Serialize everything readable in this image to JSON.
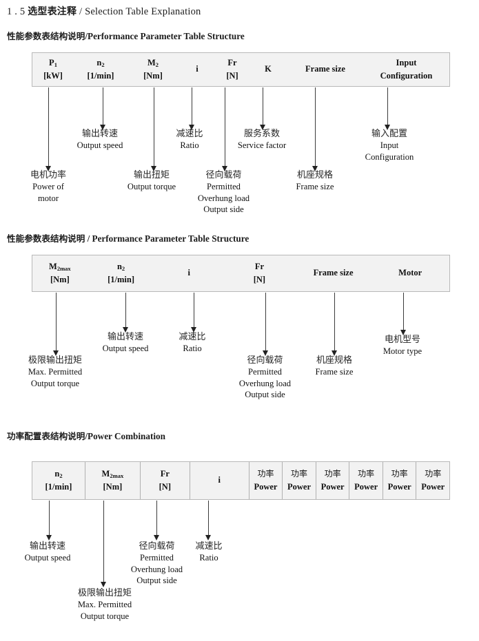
{
  "document": {
    "title_number": "1 . 5",
    "title_cn": "选型表注释",
    "title_sep": "/",
    "title_en": "Selection Table Explanation"
  },
  "sections": [
    {
      "heading_cn": "性能参数表结构说明",
      "heading_sep": "/",
      "heading_en": "Performance Parameter Table Structure",
      "table": {
        "columns": [
          {
            "line1": "P",
            "sub1": "1",
            "line2": "[kW]"
          },
          {
            "line1": "n",
            "sub1": "2",
            "line2": "[1/min]"
          },
          {
            "line1": "M",
            "sub1": "2",
            "line2": "[Nm]"
          },
          {
            "line1": "i",
            "sub1": "",
            "line2": ""
          },
          {
            "line1": "Fr",
            "sub1": "",
            "line2": "[N]"
          },
          {
            "line1": "K",
            "sub1": "",
            "line2": ""
          },
          {
            "line1": "Frame size",
            "sub1": "",
            "line2": ""
          },
          {
            "line1": "Input",
            "sub1": "",
            "line2": "Configuration"
          }
        ]
      },
      "annotations": [
        {
          "cn": "电机功率",
          "en": [
            "Power of",
            "motor"
          ]
        },
        {
          "cn": "输出转速",
          "en": [
            "Output speed"
          ]
        },
        {
          "cn": "输出扭矩",
          "en": [
            "Output torque"
          ]
        },
        {
          "cn": "减速比",
          "en": [
            "Ratio"
          ]
        },
        {
          "cn": "径向载荷",
          "en": [
            "Permitted",
            "Overhung load",
            "Output side"
          ]
        },
        {
          "cn": "服务系数",
          "en": [
            "Service factor"
          ]
        },
        {
          "cn": "机座规格",
          "en": [
            "Frame size"
          ]
        },
        {
          "cn": "输入配置",
          "en": [
            "Input",
            "Configuration"
          ]
        }
      ]
    },
    {
      "heading_cn": "性能参数表结构说明",
      "heading_sep": "/",
      "heading_en": "Performance Parameter Table Structure",
      "table": {
        "columns": [
          {
            "line1": "M",
            "sub1": "2max",
            "line2": "[Nm]"
          },
          {
            "line1": "n",
            "sub1": "2",
            "line2": "[1/min]"
          },
          {
            "line1": "i",
            "sub1": "",
            "line2": ""
          },
          {
            "line1": "Fr",
            "sub1": "",
            "line2": "[N]"
          },
          {
            "line1": "Frame size",
            "sub1": "",
            "line2": ""
          },
          {
            "line1": "Motor",
            "sub1": "",
            "line2": ""
          }
        ]
      },
      "annotations": [
        {
          "cn": "极限输出扭矩",
          "en": [
            "Max. Permitted",
            "Output  torque"
          ]
        },
        {
          "cn": "输出转速",
          "en": [
            "Output speed"
          ]
        },
        {
          "cn": "减速比",
          "en": [
            "Ratio"
          ]
        },
        {
          "cn": "径向载荷",
          "en": [
            "Permitted",
            "Overhung load",
            "Output side"
          ]
        },
        {
          "cn": "机座规格",
          "en": [
            "Frame size"
          ]
        },
        {
          "cn": "电机型号",
          "en": [
            "Motor type"
          ]
        }
      ]
    },
    {
      "heading_cn": "功率配置表结构说明",
      "heading_sep": "/",
      "heading_en": "Power Combination",
      "table": {
        "columns": [
          {
            "line1": "n",
            "sub1": "2",
            "line2": "[1/min]"
          },
          {
            "line1": "M",
            "sub1": "2max",
            "line2": "[Nm]"
          },
          {
            "line1": "Fr",
            "sub1": "",
            "line2": "[N]"
          },
          {
            "line1": "i",
            "sub1": "",
            "line2": ""
          },
          {
            "line1_cn": "功率",
            "sub1": "",
            "line2": "Power"
          },
          {
            "line1_cn": "功率",
            "sub1": "",
            "line2": "Power"
          },
          {
            "line1_cn": "功率",
            "sub1": "",
            "line2": "Power"
          },
          {
            "line1_cn": "功率",
            "sub1": "",
            "line2": "Power"
          },
          {
            "line1_cn": "功率",
            "sub1": "",
            "line2": "Power"
          },
          {
            "line1_cn": "功率",
            "sub1": "",
            "line2": "Power"
          }
        ]
      },
      "annotations": [
        {
          "cn": "输出转速",
          "en": [
            "Output speed"
          ]
        },
        {
          "cn": "极限输出扭矩",
          "en": [
            "Max. Permitted",
            "Output  torque"
          ]
        },
        {
          "cn": "径向载荷",
          "en": [
            "Permitted",
            "Overhung load",
            "Output side"
          ]
        },
        {
          "cn": "减速比",
          "en": [
            "Ratio"
          ]
        }
      ]
    }
  ]
}
